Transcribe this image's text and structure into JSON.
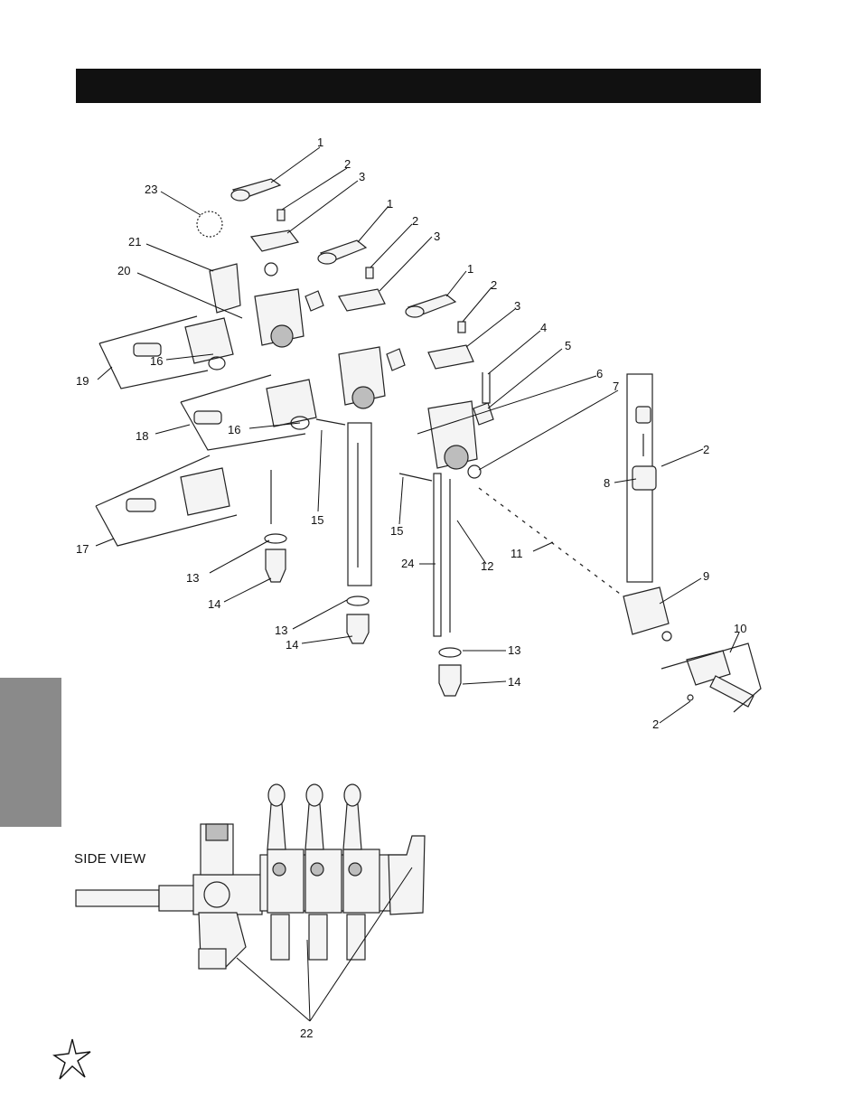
{
  "header": {
    "title": ""
  },
  "side_view": {
    "label": "SIDE VIEW"
  },
  "callouts": [
    {
      "id": "c1a",
      "text": "1"
    },
    {
      "id": "c2a",
      "text": "2"
    },
    {
      "id": "c3a",
      "text": "3"
    },
    {
      "id": "c23",
      "text": "23"
    },
    {
      "id": "c1b",
      "text": "1"
    },
    {
      "id": "c2b",
      "text": "2"
    },
    {
      "id": "c3b",
      "text": "3"
    },
    {
      "id": "c21",
      "text": "21"
    },
    {
      "id": "c1c",
      "text": "1"
    },
    {
      "id": "c20",
      "text": "20"
    },
    {
      "id": "c2c",
      "text": "2"
    },
    {
      "id": "c3c",
      "text": "3"
    },
    {
      "id": "c4",
      "text": "4"
    },
    {
      "id": "c5",
      "text": "5"
    },
    {
      "id": "c16a",
      "text": "16"
    },
    {
      "id": "c19",
      "text": "19"
    },
    {
      "id": "c6",
      "text": "6"
    },
    {
      "id": "c7",
      "text": "7"
    },
    {
      "id": "c16b",
      "text": "16"
    },
    {
      "id": "c18",
      "text": "18"
    },
    {
      "id": "c2d",
      "text": "2"
    },
    {
      "id": "c8",
      "text": "8"
    },
    {
      "id": "c15a",
      "text": "15"
    },
    {
      "id": "c15b",
      "text": "15"
    },
    {
      "id": "c17",
      "text": "17"
    },
    {
      "id": "c11",
      "text": "11"
    },
    {
      "id": "c24",
      "text": "24"
    },
    {
      "id": "c12",
      "text": "12"
    },
    {
      "id": "c13a",
      "text": "13"
    },
    {
      "id": "c9",
      "text": "9"
    },
    {
      "id": "c14a",
      "text": "14"
    },
    {
      "id": "c13b",
      "text": "13"
    },
    {
      "id": "c14b",
      "text": "14"
    },
    {
      "id": "c10",
      "text": "10"
    },
    {
      "id": "c13c",
      "text": "13"
    },
    {
      "id": "c14c",
      "text": "14"
    },
    {
      "id": "c2e",
      "text": "2"
    },
    {
      "id": "c22",
      "text": "22"
    }
  ]
}
